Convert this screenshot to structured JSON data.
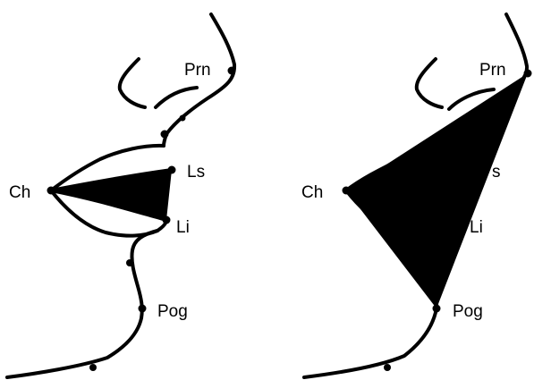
{
  "colors": {
    "ink": "#000000",
    "background": "#ffffff"
  },
  "panels": [
    {
      "id": "lip-triangle",
      "labels": {
        "prn": "Prn",
        "ls": "Ls",
        "ch": "Ch",
        "li": "Li",
        "pog": "Pog"
      }
    },
    {
      "id": "face-triangle",
      "labels": {
        "prn": "Prn",
        "ls": "s",
        "ch": "Ch",
        "li": "Li",
        "pog": "Pog"
      }
    }
  ]
}
